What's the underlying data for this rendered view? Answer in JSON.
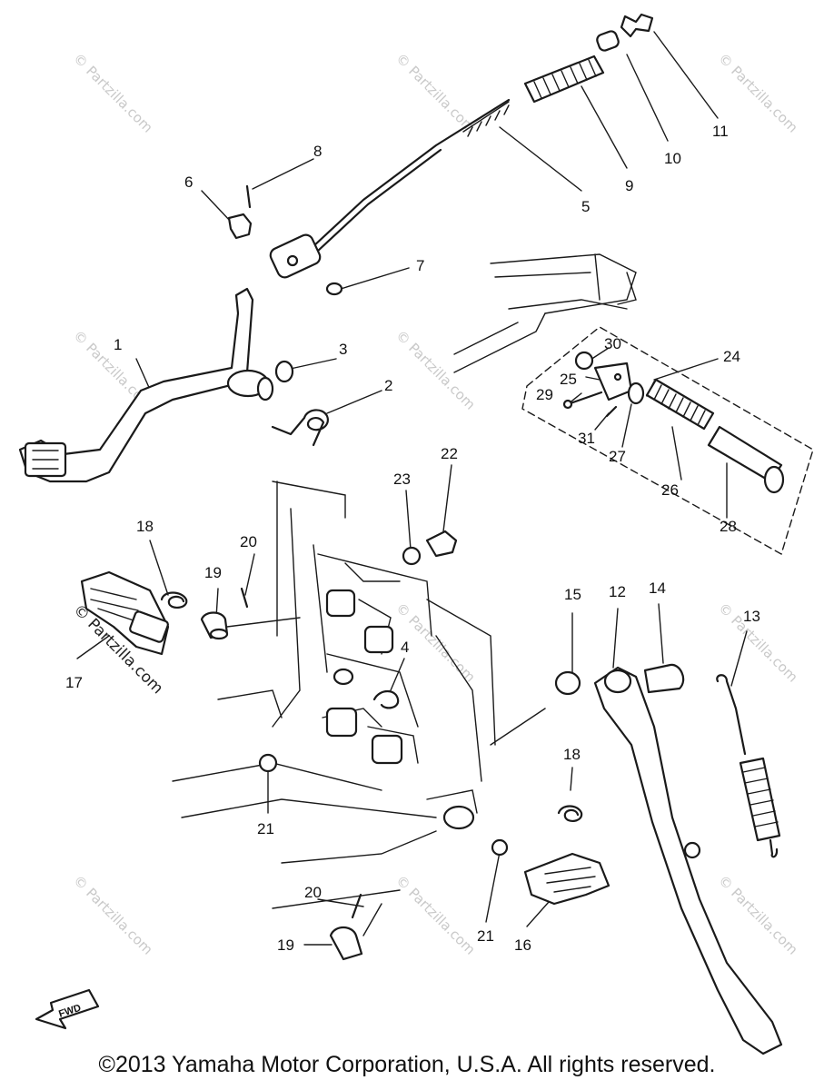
{
  "diagram": {
    "watermark": "© Partzilla.com",
    "side_watermark": "© Partzilla.com",
    "fwd_label": "FWD",
    "copyright": "©2013 Yamaha Motor Corporation, U.S.A. All rights reserved."
  },
  "callouts": [
    {
      "id": "1",
      "label": "1"
    },
    {
      "id": "2",
      "label": "2"
    },
    {
      "id": "3",
      "label": "3"
    },
    {
      "id": "4",
      "label": "4"
    },
    {
      "id": "5",
      "label": "5"
    },
    {
      "id": "6",
      "label": "6"
    },
    {
      "id": "7",
      "label": "7"
    },
    {
      "id": "8",
      "label": "8"
    },
    {
      "id": "9",
      "label": "9"
    },
    {
      "id": "10",
      "label": "10"
    },
    {
      "id": "11",
      "label": "11"
    },
    {
      "id": "12",
      "label": "12"
    },
    {
      "id": "13",
      "label": "13"
    },
    {
      "id": "14",
      "label": "14"
    },
    {
      "id": "15",
      "label": "15"
    },
    {
      "id": "16",
      "label": "16"
    },
    {
      "id": "17",
      "label": "17"
    },
    {
      "id": "18a",
      "label": "18"
    },
    {
      "id": "18b",
      "label": "18"
    },
    {
      "id": "19a",
      "label": "19"
    },
    {
      "id": "19b",
      "label": "19"
    },
    {
      "id": "20a",
      "label": "20"
    },
    {
      "id": "20b",
      "label": "20"
    },
    {
      "id": "21a",
      "label": "21"
    },
    {
      "id": "21b",
      "label": "21"
    },
    {
      "id": "22",
      "label": "22"
    },
    {
      "id": "23",
      "label": "23"
    },
    {
      "id": "24",
      "label": "24"
    },
    {
      "id": "25",
      "label": "25"
    },
    {
      "id": "26",
      "label": "26"
    },
    {
      "id": "27",
      "label": "27"
    },
    {
      "id": "28",
      "label": "28"
    },
    {
      "id": "29",
      "label": "29"
    },
    {
      "id": "30",
      "label": "30"
    },
    {
      "id": "31",
      "label": "31"
    }
  ]
}
